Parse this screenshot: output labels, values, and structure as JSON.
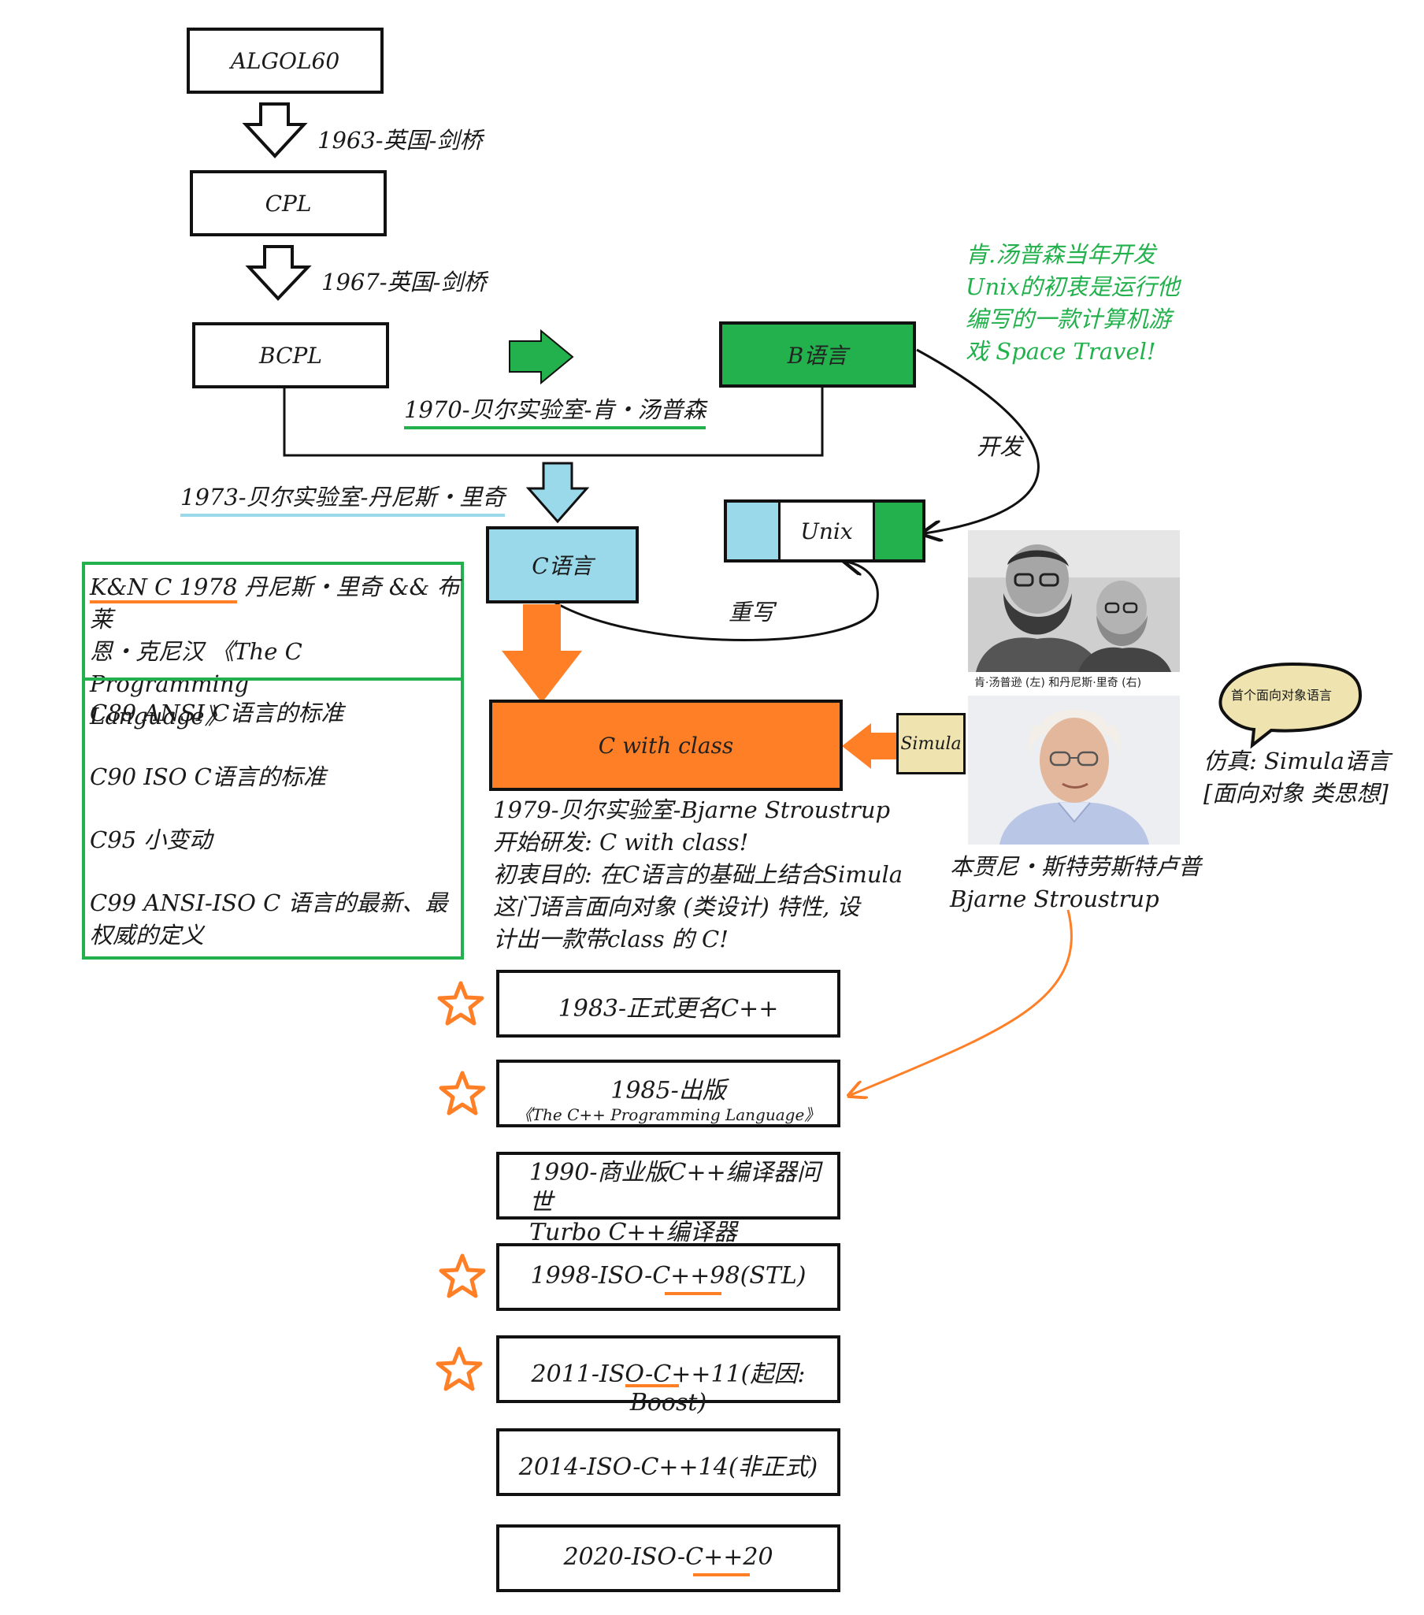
{
  "lineage": {
    "algol": "ALGOL60",
    "cpl": "CPL",
    "bcpl": "BCPL",
    "b_lang": "B语言",
    "c_lang": "C语言",
    "unix": "Unix",
    "c_with_class": "C with class",
    "simula": "Simula"
  },
  "labels": {
    "y1963": "1963-英国-剑桥",
    "y1967": "1967-英国-剑桥",
    "y1970": "1970-贝尔实验室-肯・汤普森",
    "y1973": "1973-贝尔实验室-丹尼斯・里奇",
    "develop": "开发",
    "rewrite": "重写"
  },
  "thompson_note": [
    "肯.汤普森当年开发",
    "Unix的初衷是运行他",
    "编写的一款计算机游",
    "戏 Space Travel!"
  ],
  "c_standards": {
    "kn_prefix": "K&N C 1978",
    "kn_rest_1": " 丹尼斯・里奇 && 布莱",
    "kn_rest_2": "恩・克尼汉 《The C Programming",
    "kn_rest_3": "Language》",
    "c89": "C89 ANSI  C语言的标准",
    "c90": "C90 ISO C语言的标准",
    "c95": "C95 小变动",
    "c99_1": "C99 ANSI-ISO  C 语言的最新、最",
    "c99_2": "权威的定义"
  },
  "cwc_note": [
    "1979-贝尔实验室-Bjarne Stroustrup",
    "开始研发: C with class!",
    "初衷目的: 在C语言的基础上结合Simula",
    "这门语言面向对象 (类设计) 特性, 设",
    "计出一款带class 的 C!"
  ],
  "photos": {
    "top_caption": "肯·汤普逊 (左) 和丹尼斯·里奇 (右)"
  },
  "stroustrup": {
    "name_cn": "本贾尼・斯特劳斯特卢普",
    "name_en": "Bjarne Stroustrup"
  },
  "simula_note": {
    "bubble": "首个面向对象语言",
    "line1": "仿真: Simula语言",
    "line2": "[面向对象 类思想]"
  },
  "timeline": {
    "t1983": "1983-正式更名C++",
    "t1985_a": "1985-出版",
    "t1985_b": "《The C++ Programming Language》",
    "t1990_a": "1990-商业版C++编译器问世",
    "t1990_b": "Turbo C++编译器",
    "t1998": "1998-ISO-C++98(STL)",
    "t2011": "2011-ISO-C++11(起因: Boost)",
    "t2014": "2014-ISO-C++14(非正式)",
    "t2020": "2020-ISO-C++20"
  },
  "colors": {
    "green": "#22b14c",
    "blue": "#99d9ea",
    "orange": "#ff7f27",
    "tan": "#efe4b0"
  },
  "icons": [
    "down-arrow-icon",
    "right-arrow-icon",
    "left-arrow-icon",
    "star-icon",
    "speech-bubble-icon"
  ]
}
